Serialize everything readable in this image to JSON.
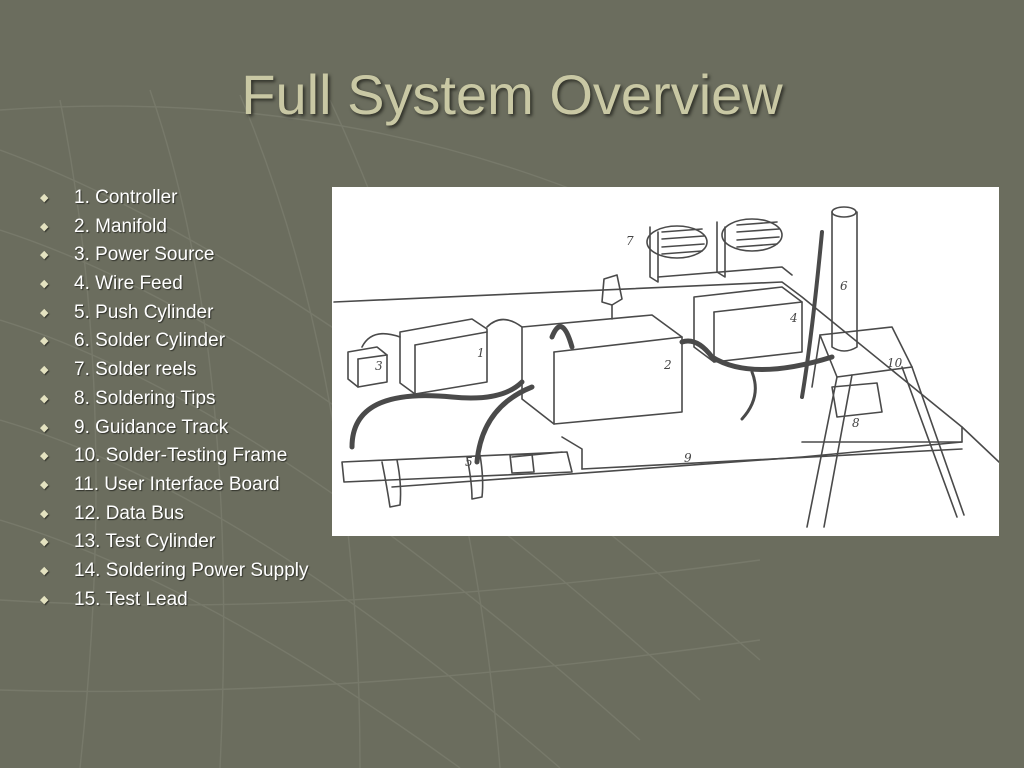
{
  "slide": {
    "title": "Full System Overview",
    "items": [
      "1. Controller",
      "2. Manifold",
      "3. Power Source",
      "4. Wire Feed",
      "5. Push Cylinder",
      "6. Solder Cylinder",
      "7. Solder reels",
      "8. Soldering Tips",
      "9. Guidance Track",
      "10. Solder-Testing Frame",
      "11. User Interface Board",
      "12. Data Bus",
      "13. Test Cylinder",
      "14. Soldering Power Supply",
      "15. Test Lead"
    ],
    "bullet_glyph": "◆"
  },
  "diagram": {
    "labels": [
      "1",
      "2",
      "3",
      "4",
      "5",
      "6",
      "7",
      "8",
      "9",
      "10"
    ]
  },
  "colors": {
    "background": "#6b6d5e",
    "title": "#c9c8a4",
    "text": "#ffffff"
  }
}
